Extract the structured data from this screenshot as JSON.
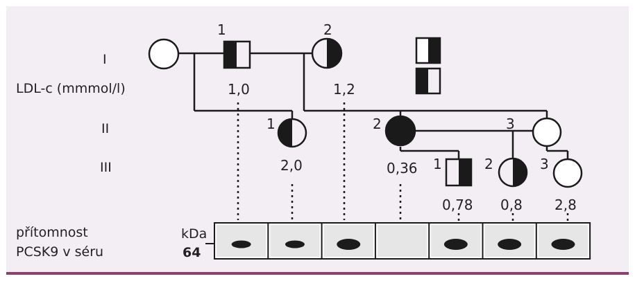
{
  "generations": {
    "I": "I",
    "II": "II",
    "III": "III"
  },
  "ldl_label": "LDL-c (mmmol/l)",
  "individuals": {
    "I_1": {
      "number": "1",
      "ldl": "1,0"
    },
    "I_2": {
      "number": "2",
      "ldl": "1,2"
    },
    "II_1": {
      "number": "1",
      "ldl": "2,0"
    },
    "II_2": {
      "number": "2",
      "ldl": "0,36"
    },
    "II_3": {
      "number": "3"
    },
    "III_1": {
      "number": "1",
      "ldl": "0,78"
    },
    "III_2": {
      "number": "2",
      "ldl": "0,8"
    },
    "III_3": {
      "number": "3",
      "ldl": "2,8"
    }
  },
  "blot": {
    "label_line1": "přítomnost",
    "label_line2": "PCSK9 v séru",
    "unit": "kDa",
    "size": "64",
    "band_presence": [
      true,
      true,
      true,
      false,
      true,
      true,
      true
    ]
  },
  "colors": {
    "background": "#f2eef3",
    "accent_rule": "#8e3f6d",
    "ink": "#1a1a1a"
  }
}
